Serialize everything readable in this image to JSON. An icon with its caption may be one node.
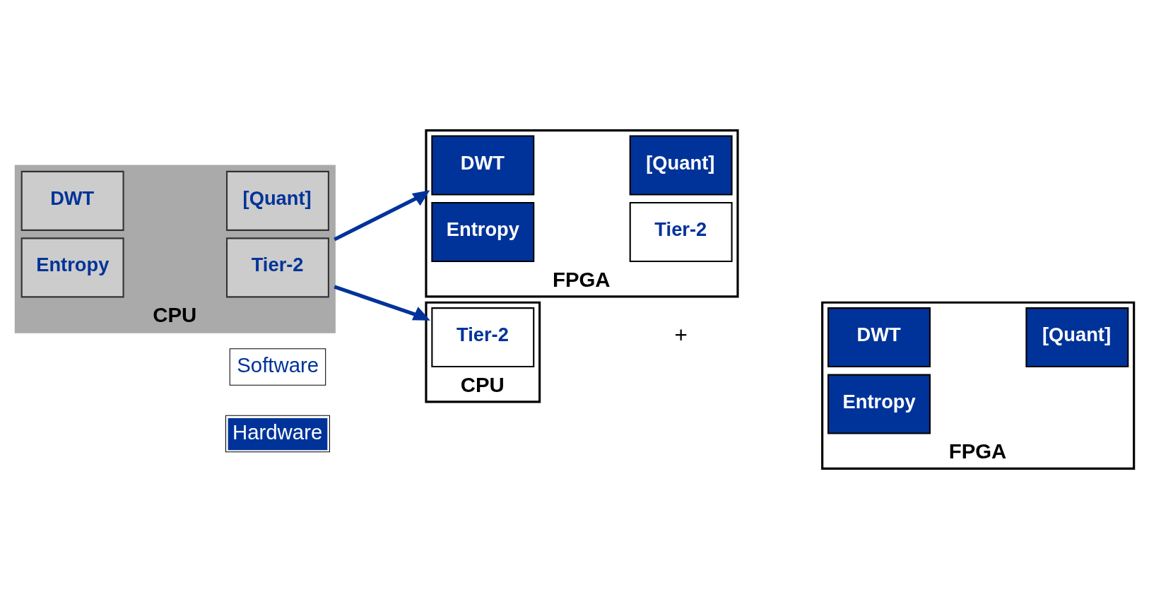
{
  "diagram": {
    "nodes": [
      {
        "text": [
          "CPU"
        ]
      },
      {
        "text": [
          "DWT"
        ],
        "in": 0
      },
      {
        "text": [
          "[Quant]"
        ],
        "in": 0
      },
      {
        "text": [
          "Entropy"
        ],
        "in": 0
      },
      {
        "text": [
          "Tier-2"
        ],
        "in": 0
      },
      {
        "text": [
          "CPU"
        ]
      },
      {
        "text": [
          "Tier-2"
        ],
        "in": 5
      },
      {
        "text": [
          "FPGA"
        ]
      },
      {
        "text": [
          "DWT"
        ],
        "in": 7
      },
      {
        "text": [
          "[Quant]"
        ],
        "in": 7
      },
      {
        "text": [
          "Entropy"
        ],
        "in": 7
      },
      {
        "text": [
          "FPGA"
        ]
      },
      {
        "text": [
          "DWT"
        ],
        "in": 11
      },
      {
        "text": [
          "[Quant]"
        ],
        "in": 11
      },
      {
        "text": [
          "Entropy"
        ],
        "in": 11
      },
      {
        "text": [
          "Tier-2"
        ],
        "in": 11
      }
    ],
    "edges": [
      {
        "from": 0,
        "to": 5,
        "arrow": "to"
      },
      {
        "from": 0,
        "to": 11,
        "arrow": "to"
      }
    ],
    "labels": [
      "+"
    ],
    "legend": [
      {
        "text": "Software",
        "color": "#ffffff"
      },
      {
        "text": "Hardware",
        "color": "#003399"
      }
    ]
  }
}
